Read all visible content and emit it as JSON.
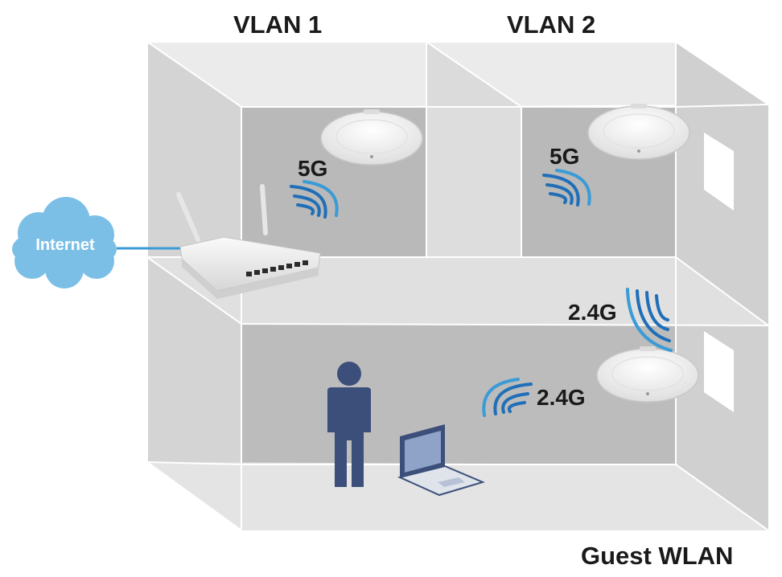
{
  "labels": {
    "vlan1": "VLAN 1",
    "vlan2": "VLAN 2",
    "guest": "Guest WLAN",
    "internet": "Internet",
    "band_5g": "5G",
    "band_24g": "2.4G"
  },
  "colors": {
    "cloud": "#7cbfe6",
    "link": "#3a9bd6",
    "wave": "#1f6fb8",
    "person": "#3b4f7a",
    "wall": "#b9b9b9",
    "floor": "#e3e3e3"
  },
  "icons": [
    "cloud-icon",
    "router-icon",
    "access-point-icon",
    "wifi-wave-icon",
    "person-icon",
    "laptop-icon"
  ]
}
